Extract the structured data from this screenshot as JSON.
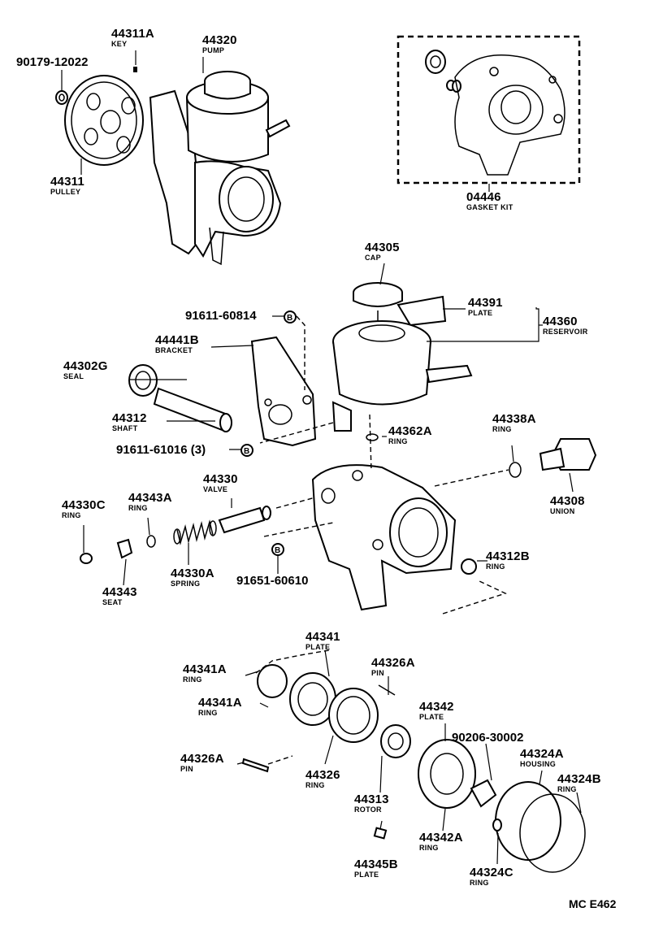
{
  "labels": {
    "p44311A": {
      "part": "44311A",
      "name": "KEY"
    },
    "p44320": {
      "part": "44320",
      "name": "PUMP"
    },
    "p90179": {
      "part": "90179-12022"
    },
    "p44311": {
      "part": "44311",
      "name": "PULLEY"
    },
    "p04446": {
      "part": "04446",
      "name": "GASKET KIT"
    },
    "p44305": {
      "part": "44305",
      "name": "CAP"
    },
    "p44391": {
      "part": "44391",
      "name": "PLATE"
    },
    "p44360": {
      "part": "44360",
      "name": "RESERVOIR"
    },
    "p91611_60814": {
      "part": "91611-60814"
    },
    "p44441B": {
      "part": "44441B",
      "name": "BRACKET"
    },
    "p44302G": {
      "part": "44302G",
      "name": "SEAL"
    },
    "p44312": {
      "part": "44312",
      "name": "SHAFT"
    },
    "p91611_61016": {
      "part": "91611-61016 (3)"
    },
    "p44362A": {
      "part": "44362A",
      "name": "RING"
    },
    "p44338A": {
      "part": "44338A",
      "name": "RING"
    },
    "p44308": {
      "part": "44308",
      "name": "UNION"
    },
    "p44330": {
      "part": "44330",
      "name": "VALVE"
    },
    "p44330C": {
      "part": "44330C",
      "name": "RING"
    },
    "p44343A": {
      "part": "44343A",
      "name": "RING"
    },
    "p44330A": {
      "part": "44330A",
      "name": "SPRING"
    },
    "p44343": {
      "part": "44343",
      "name": "SEAT"
    },
    "p91651": {
      "part": "91651-60610"
    },
    "p44312B": {
      "part": "44312B",
      "name": "RING"
    },
    "p44341": {
      "part": "44341",
      "name": "PLATE"
    },
    "p44341A_1": {
      "part": "44341A",
      "name": "RING"
    },
    "p44341A_2": {
      "part": "44341A",
      "name": "RING"
    },
    "p44326A_1": {
      "part": "44326A",
      "name": "PIN"
    },
    "p44326A_2": {
      "part": "44326A",
      "name": "PIN"
    },
    "p44326": {
      "part": "44326",
      "name": "RING"
    },
    "p44342": {
      "part": "44342",
      "name": "PLATE"
    },
    "p90206": {
      "part": "90206-30002"
    },
    "p44324A": {
      "part": "44324A",
      "name": "HOUSING"
    },
    "p44324B": {
      "part": "44324B",
      "name": "RING"
    },
    "p44313": {
      "part": "44313",
      "name": "ROTOR"
    },
    "p44342A": {
      "part": "44342A",
      "name": "RING"
    },
    "p44345B": {
      "part": "44345B",
      "name": "PLATE"
    },
    "p44324C": {
      "part": "44324C",
      "name": "RING"
    }
  },
  "marker_letter": "B",
  "figure_code": "MC E462"
}
